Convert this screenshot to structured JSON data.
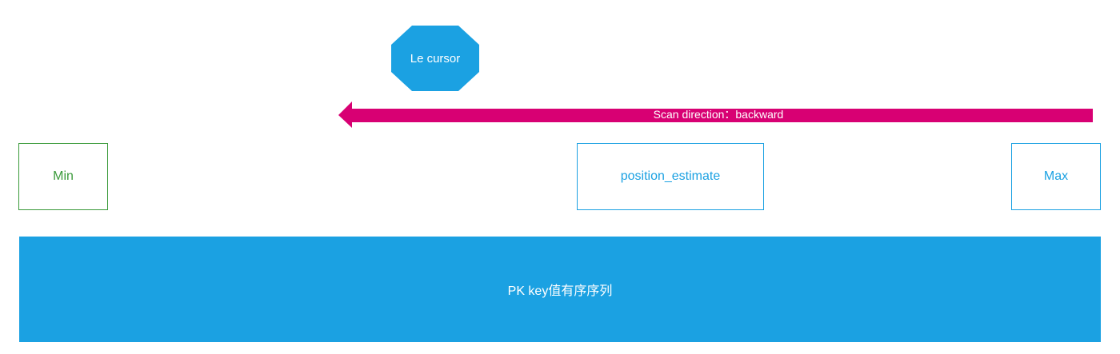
{
  "cursor": {
    "label": "Le cursor"
  },
  "scan_arrow": {
    "label": "Scan direction：backward"
  },
  "boxes": {
    "min": "Min",
    "position_estimate": "position_estimate",
    "max": "Max"
  },
  "sequence_bar": {
    "label": "PK key值有序序列"
  },
  "colors": {
    "blue": "#1ba1e2",
    "magenta": "#d80073",
    "green": "#3a9a3a",
    "white": "#ffffff"
  }
}
